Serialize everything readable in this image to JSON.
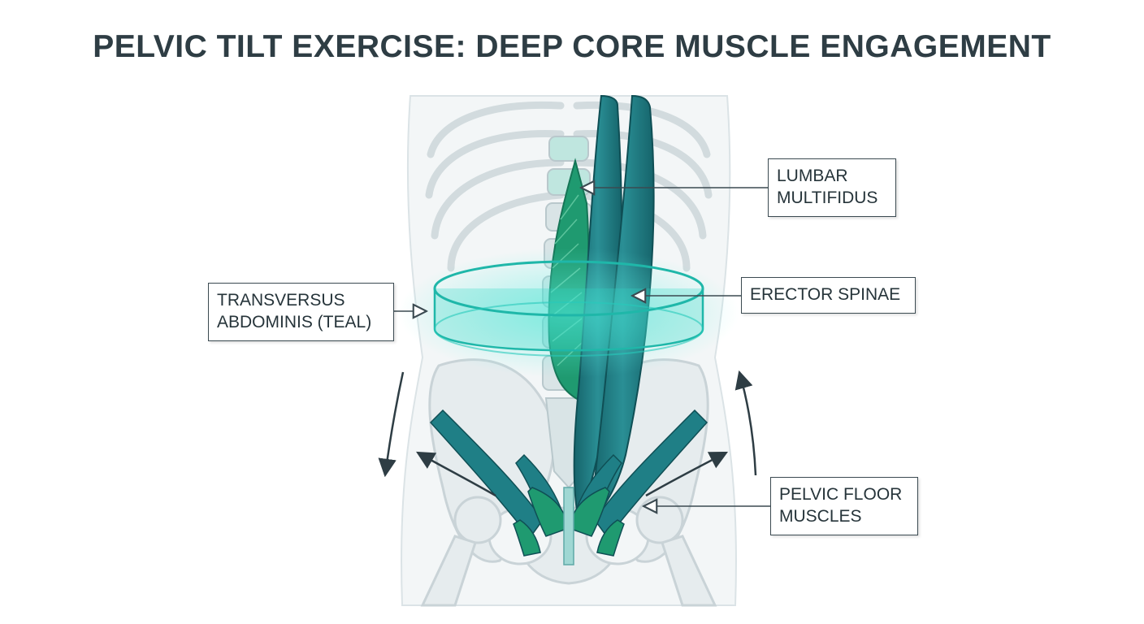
{
  "title": "PELVIC TILT EXERCISE: DEEP CORE MUSCLE ENGAGEMENT",
  "labels": {
    "lumbar_multifidus": {
      "line1": "LUMBAR",
      "line2": "MULTIFIDUS"
    },
    "erector_spinae": {
      "line1": "ERECTOR SPINAE"
    },
    "transversus_abdominis": {
      "line1": "TRANSVERSUS",
      "line2": "ABDOMINIS (TEAL)"
    },
    "pelvic_floor": {
      "line1": "PELVIC FLOOR",
      "line2": "MUSCLES"
    }
  },
  "colors": {
    "teal_glow": "#2fd6c6",
    "muscle_teal": "#1f7f86",
    "multifidus_green": "#1f9a70",
    "bone": "#e6ecee",
    "bone_outline": "#c9d3d7",
    "text": "#2e3d44"
  }
}
